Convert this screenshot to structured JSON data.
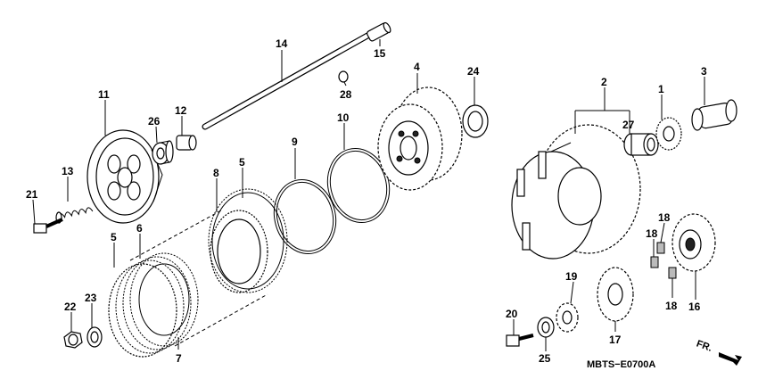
{
  "diagram": {
    "code": "MBTS−E0700A",
    "direction_label": "FR.",
    "callouts": [
      {
        "id": "c1",
        "text": "1"
      },
      {
        "id": "c2",
        "text": "2"
      },
      {
        "id": "c3",
        "text": "3"
      },
      {
        "id": "c4",
        "text": "4"
      },
      {
        "id": "c5a",
        "text": "5"
      },
      {
        "id": "c5b",
        "text": "5"
      },
      {
        "id": "c6",
        "text": "6"
      },
      {
        "id": "c7",
        "text": "7"
      },
      {
        "id": "c8",
        "text": "8"
      },
      {
        "id": "c9",
        "text": "9"
      },
      {
        "id": "c10",
        "text": "10"
      },
      {
        "id": "c11",
        "text": "11"
      },
      {
        "id": "c12",
        "text": "12"
      },
      {
        "id": "c13",
        "text": "13"
      },
      {
        "id": "c14",
        "text": "14"
      },
      {
        "id": "c15",
        "text": "15"
      },
      {
        "id": "c16",
        "text": "16"
      },
      {
        "id": "c17",
        "text": "17"
      },
      {
        "id": "c18a",
        "text": "18"
      },
      {
        "id": "c18b",
        "text": "18"
      },
      {
        "id": "c18c",
        "text": "18"
      },
      {
        "id": "c19",
        "text": "19"
      },
      {
        "id": "c20",
        "text": "20"
      },
      {
        "id": "c21",
        "text": "21"
      },
      {
        "id": "c22",
        "text": "22"
      },
      {
        "id": "c23",
        "text": "23"
      },
      {
        "id": "c24",
        "text": "24"
      },
      {
        "id": "c25",
        "text": "25"
      },
      {
        "id": "c26",
        "text": "26"
      },
      {
        "id": "c27",
        "text": "27"
      },
      {
        "id": "c28",
        "text": "28"
      }
    ]
  }
}
